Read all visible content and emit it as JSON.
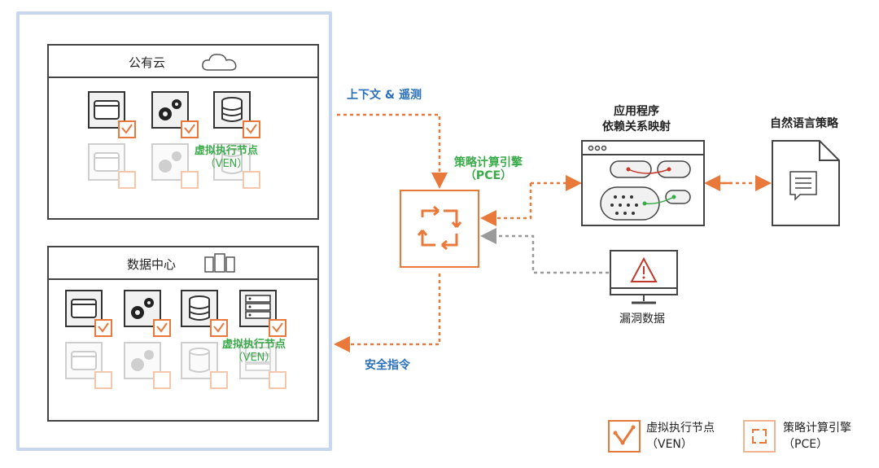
{
  "public_cloud": {
    "title": "公有云",
    "ven_label_line1": "虚拟执行节点",
    "ven_label_line2": "（VEN）"
  },
  "data_center": {
    "title": "数据中心",
    "ven_label_line1": "虚拟执行节点",
    "ven_label_line2": "（VEN）"
  },
  "flows": {
    "context_telemetry": "上下文 & 遥测",
    "security_commands": "安全指令"
  },
  "pce": {
    "label_line1": "策略计算引擎",
    "label_line2": "（PCE）"
  },
  "app_map": {
    "label_line1": "应用程序",
    "label_line2": "依赖关系映射"
  },
  "nl_policy": {
    "label": "自然语言策略"
  },
  "vuln": {
    "label": "漏洞数据"
  },
  "legend": {
    "ven_line1": "虚拟执行节点",
    "ven_line2": "（VEN）",
    "pce_line1": "策略计算引擎",
    "pce_line2": "（PCE）"
  },
  "colors": {
    "orange": "#e8793a",
    "green": "#3aaa4a",
    "blue": "#2a6fba",
    "gray_arrow": "#9a9a9a",
    "frame": "#c9d7ee"
  }
}
